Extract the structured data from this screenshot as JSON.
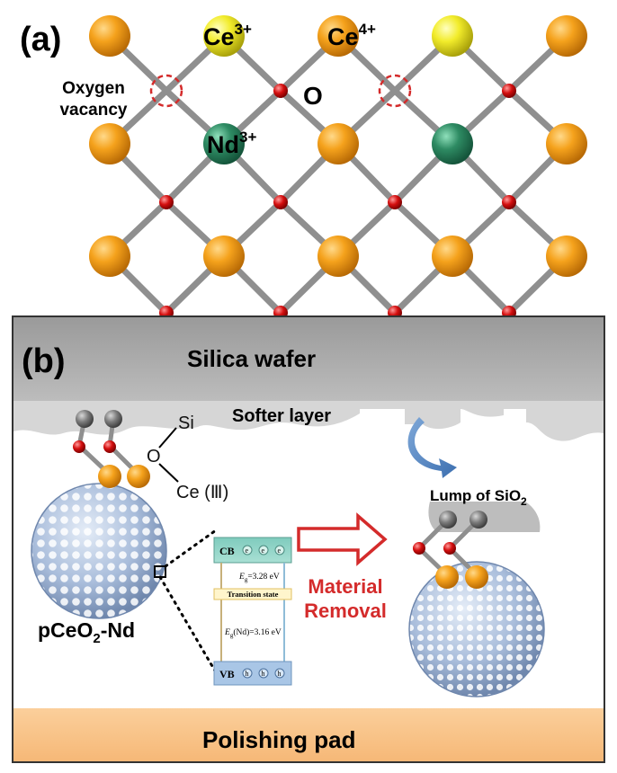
{
  "panel_a": {
    "label": "(a)",
    "ce3": {
      "base": "Ce",
      "sup": "3+"
    },
    "ce4": {
      "base": "Ce",
      "sup": "4+"
    },
    "vacancy_line1": "Oxygen",
    "vacancy_line2": "vacancy",
    "oxygen": "O",
    "nd3": {
      "base": "Nd",
      "sup": "3+"
    }
  },
  "panel_b": {
    "label": "(b)",
    "wafer": "Silica wafer",
    "softer_layer": "Softer layer",
    "bond_si": "Si",
    "bond_o": "O",
    "bond_ce": "Ce (Ⅲ)",
    "particle": {
      "a": "pCeO",
      "sub": "2",
      "b": "-Nd"
    },
    "removal_line1": "Material",
    "removal_line2": "Removal",
    "lump": {
      "a": "Lump of SiO",
      "sub": "2"
    },
    "pad": "Polishing pad",
    "band": {
      "cb": "CB",
      "vb": "VB",
      "electron": "e",
      "hole": "h",
      "eg": "=3.28 eV",
      "eg_nd": "(Nd)=3.16 eV",
      "eg_symbol": "E",
      "eg_sub": "g",
      "transition": "Transition state"
    }
  },
  "colors": {
    "ce4": "#f39c12",
    "ce3": "#f2ec2b",
    "nd": "#2e8b63",
    "oxygen": "#d40f0f",
    "bond": "#8f8f8f",
    "wafer": "#a7a7a7",
    "pad": "#f9c286",
    "arrow": "#d42b2b",
    "sphere": "#9fb5d6",
    "band_box": "#8fd2c4",
    "band_vb": "#a9c6e6"
  }
}
